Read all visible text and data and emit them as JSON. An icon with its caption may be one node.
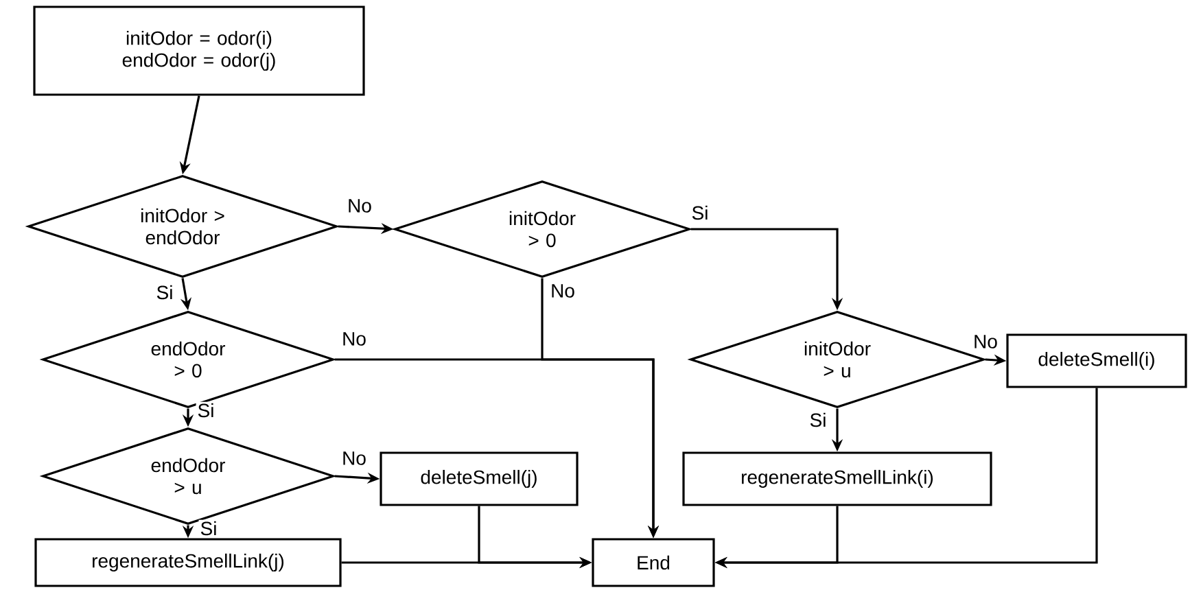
{
  "diagram": {
    "nodes": [
      {
        "text": [
          "initOdor = odor(i) endOdor = odor(j)"
        ]
      },
      {
        "text": [
          "initOdor > endOdor"
        ]
      },
      {
        "text": [
          "initOdor > 0"
        ]
      },
      {
        "text": [
          "endOdor > 0"
        ]
      },
      {
        "text": [
          "endOdor > u"
        ]
      },
      {
        "text": [
          "deleteSmell(j)"
        ]
      },
      {
        "text": [
          "regenerateSmellLink(j)"
        ]
      },
      {
        "text": [
          "End"
        ]
      },
      {
        "text": [
          "initOdor > u"
        ]
      },
      {
        "text": [
          "deleteSmell(i)"
        ]
      },
      {
        "text": [
          "regenerateSmellLink(i)"
        ]
      }
    ],
    "edges": [
      {
        "from": 0,
        "to": 1,
        "arrow": "to"
      },
      {
        "from": 1,
        "to": 2,
        "arrow": "to",
        "label": "No"
      },
      {
        "from": 1,
        "to": 3,
        "arrow": "to",
        "label": "Si"
      },
      {
        "from": 2,
        "to": 8,
        "arrow": "to",
        "label": "Si"
      },
      {
        "from": 2,
        "to": 7,
        "arrow": "to",
        "label": "No"
      },
      {
        "from": 3,
        "to": 4,
        "arrow": "to",
        "label": "Si"
      },
      {
        "from": 3,
        "to": 7,
        "arrow": "to",
        "label": "No"
      },
      {
        "from": 4,
        "to": 5,
        "arrow": "to",
        "label": "No"
      },
      {
        "from": 4,
        "to": 6,
        "arrow": "to",
        "label": "Si"
      },
      {
        "from": 5,
        "to": 7,
        "arrow": "to"
      },
      {
        "from": 6,
        "to": 7,
        "arrow": "to"
      },
      {
        "from": 8,
        "to": 9,
        "arrow": "to",
        "label": "No"
      },
      {
        "from": 8,
        "to": 10,
        "arrow": "to",
        "label": "Si"
      },
      {
        "from": 10,
        "to": 7,
        "arrow": "to"
      },
      {
        "from": 9,
        "to": 7,
        "arrow": "to"
      }
    ]
  }
}
